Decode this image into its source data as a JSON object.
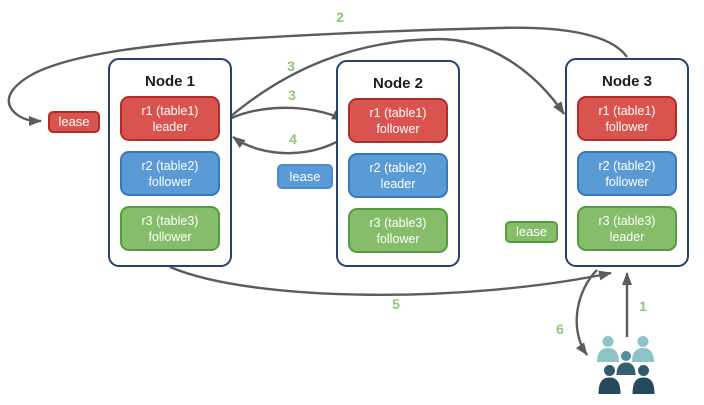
{
  "nodes": [
    {
      "title": "Node 1",
      "replicas": [
        {
          "name": "r1 (table1)",
          "role": "leader"
        },
        {
          "name": "r2 (table2)",
          "role": "follower"
        },
        {
          "name": "r3 (table3)",
          "role": "follower"
        }
      ]
    },
    {
      "title": "Node 2",
      "replicas": [
        {
          "name": "r1 (table1)",
          "role": "follower"
        },
        {
          "name": "r2 (table2)",
          "role": "leader"
        },
        {
          "name": "r3 (table3)",
          "role": "follower"
        }
      ]
    },
    {
      "title": "Node 3",
      "replicas": [
        {
          "name": "r1 (table1)",
          "role": "follower"
        },
        {
          "name": "r2 (table2)",
          "role": "follower"
        },
        {
          "name": "r3 (table3)",
          "role": "leader"
        }
      ]
    }
  ],
  "leases": [
    {
      "label": "lease",
      "color": "#d9534f",
      "attached_to": "r1 (table1) leader on Node 1"
    },
    {
      "label": "lease",
      "color": "#5b9bd5",
      "attached_to": "r2 (table2) leader on Node 2"
    },
    {
      "label": "lease",
      "color": "#86bd6a",
      "attached_to": "r3 (table3) leader on Node 3"
    }
  ],
  "steps": {
    "1": "1",
    "2": "2",
    "3a": "3",
    "3b": "3",
    "4": "4",
    "5": "5",
    "6": "6"
  },
  "client": {
    "icon": "users-group-icon",
    "light": "#8bc4c7",
    "medium": "#4e8e9b",
    "dark": "#2a4f63"
  },
  "colors": {
    "replica_red_fill": "#d9534f",
    "replica_red_stroke": "#b02d28",
    "replica_blue_fill": "#5b9bd5",
    "replica_blue_stroke": "#3678bc",
    "replica_green_fill": "#86bd6a",
    "replica_green_stroke": "#549c3f",
    "node_border": "#23436b",
    "arrow": "#5c5c5c",
    "step_number": "#93c47d"
  }
}
